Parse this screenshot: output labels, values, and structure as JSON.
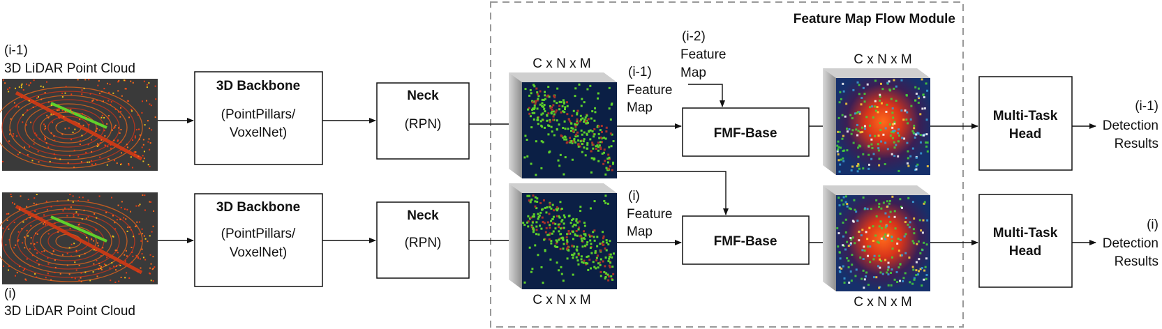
{
  "module": {
    "title": "Feature Map Flow Module"
  },
  "inputs": {
    "prev": {
      "index": "(i-1)",
      "label": "3D LiDAR Point Cloud"
    },
    "curr": {
      "index": "(i)",
      "label": "3D LiDAR Point Cloud"
    }
  },
  "backbone": {
    "title": "3D Backbone",
    "line1": "(PointPillars/",
    "line2": "VoxelNet)"
  },
  "neck": {
    "title": "Neck",
    "sub": "(RPN)"
  },
  "feature_maps": {
    "dims": "C x N x M",
    "prev": {
      "index": "(i-1)",
      "line1": "Feature",
      "line2": "Map"
    },
    "curr": {
      "index": "(i)",
      "line1": "Feature",
      "line2": "Map"
    },
    "prev2": {
      "index": "(i-2)",
      "line1": "Feature",
      "line2": "Map"
    }
  },
  "fmf": {
    "label": "FMF-Base"
  },
  "head": {
    "line1": "Multi-Task",
    "line2": "Head"
  },
  "outputs": {
    "prev": {
      "index": "(i-1)",
      "line1": "Detection",
      "line2": "Results"
    },
    "curr": {
      "index": "(i)",
      "line1": "Detection",
      "line2": "Results"
    }
  },
  "colors": {
    "lidar_bg": "#3a3a3a",
    "fmap_bg": "#0b1f45",
    "points_green": "#5fd12b",
    "points_red": "#e83a14",
    "dashed_border": "#999999"
  }
}
